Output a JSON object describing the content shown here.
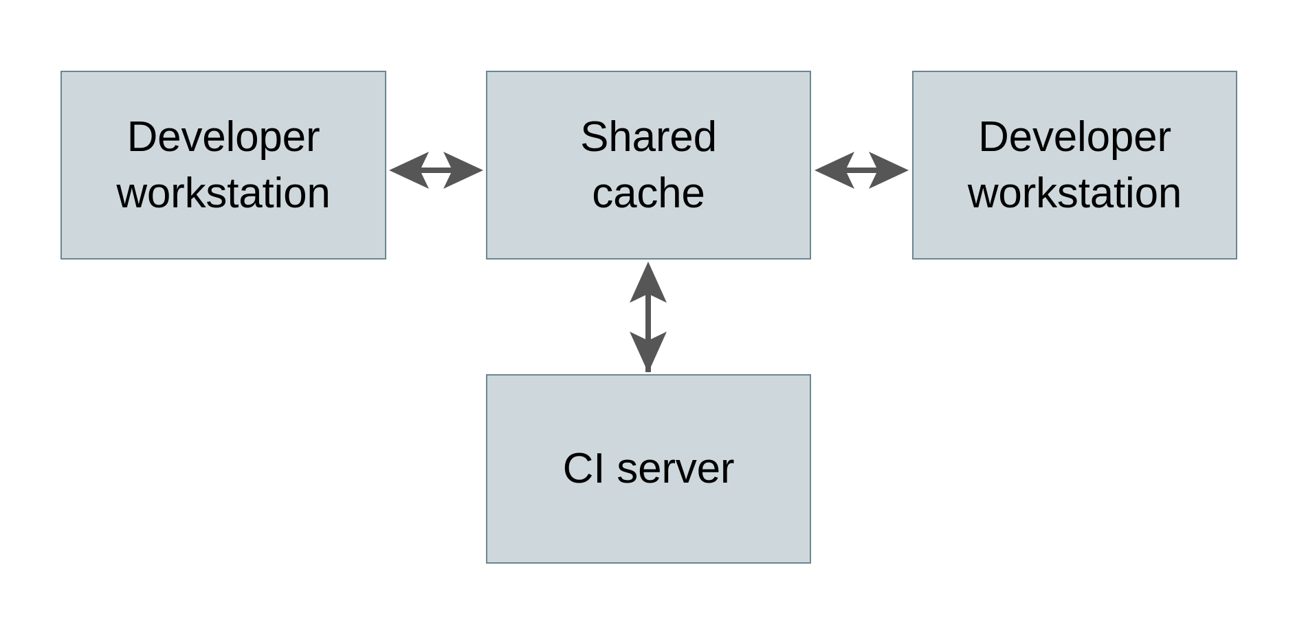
{
  "diagram": {
    "type": "block-diagram",
    "background_color": "#ffffff",
    "node_fill_color": "#ced8dc",
    "node_border_color": "#6b8591",
    "arrow_color": "#565656",
    "text_color": "#000000",
    "nodes": [
      {
        "id": "dev-left",
        "label": "Developer\nworkstation",
        "line1": "Developer",
        "line2": "workstation"
      },
      {
        "id": "shared-cache",
        "label": "Shared\ncache",
        "line1": "Shared",
        "line2": "cache"
      },
      {
        "id": "dev-right",
        "label": "Developer\nworkstation",
        "line1": "Developer",
        "line2": "workstation"
      },
      {
        "id": "ci-server",
        "label": "CI server",
        "line1": "CI server",
        "line2": ""
      }
    ],
    "connections": [
      {
        "id": "dev-left-to-shared",
        "from": "dev-left",
        "to": "shared-cache",
        "direction": "bidirectional",
        "orientation": "horizontal"
      },
      {
        "id": "shared-to-dev-right",
        "from": "shared-cache",
        "to": "dev-right",
        "direction": "bidirectional",
        "orientation": "horizontal"
      },
      {
        "id": "shared-to-ci",
        "from": "shared-cache",
        "to": "ci-server",
        "direction": "bidirectional",
        "orientation": "vertical"
      }
    ]
  }
}
